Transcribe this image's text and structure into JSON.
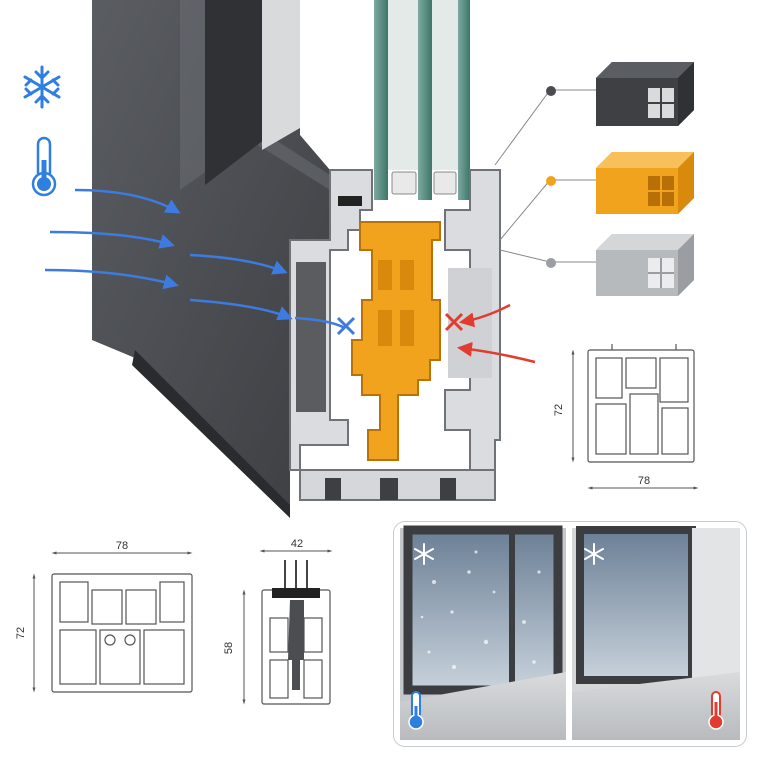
{
  "profile_detail": {
    "dimension_height": "72",
    "dimension_width": "78"
  },
  "left_drawing": {
    "dimension_width": "78",
    "dimension_height": "72"
  },
  "narrow_drawing": {
    "dimension_width": "42",
    "dimension_height": "58"
  },
  "components": [
    {
      "name": "aluminum-dark-profile-sample",
      "color": "#4a4c50"
    },
    {
      "name": "thermal-break-insulation-sample",
      "color": "#f2a31e"
    },
    {
      "name": "aluminum-light-profile-sample",
      "color": "#b7babd"
    }
  ],
  "icons": {
    "cold": "snowflake-icon",
    "temperature": "thermometer-icon"
  },
  "colors": {
    "cold_arrow": "#3d7be0",
    "warm_arrow": "#e23b30",
    "thermal_break": "#f2a31e",
    "frame_dark": "#4a4c50",
    "frame_light": "#b7babd"
  },
  "comparison": [
    {
      "state": "condensation",
      "thermometer": "cold"
    },
    {
      "state": "dry",
      "thermometer": "warm"
    }
  ]
}
